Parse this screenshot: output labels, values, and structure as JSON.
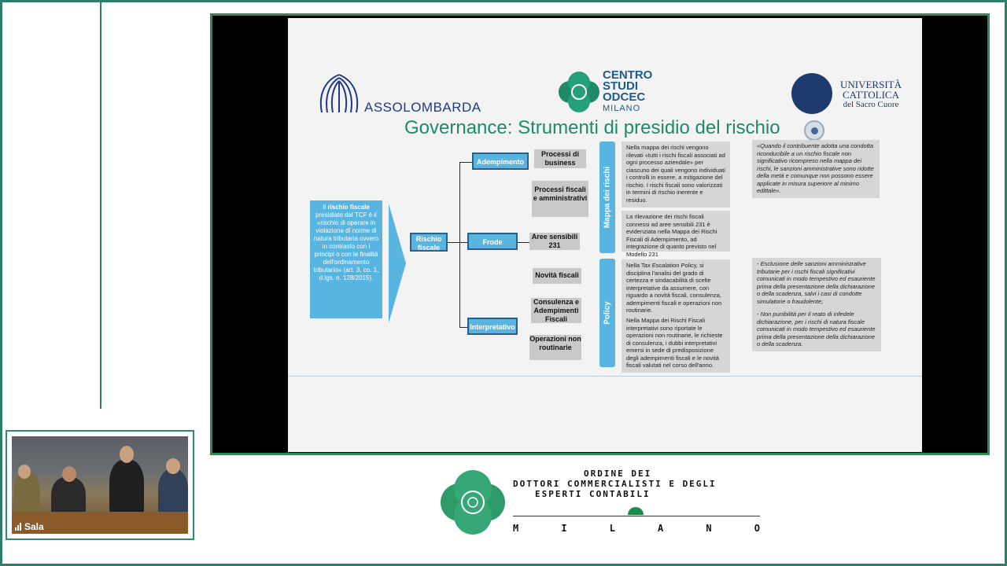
{
  "pip": {
    "label": "Sala"
  },
  "slide": {
    "logos": {
      "assolombarda": "ASSOLOMBARDA",
      "centro_studi": [
        "CENTRO",
        "STUDI",
        "ODCEC",
        "MILANO"
      ],
      "universita": [
        "UNIVERSITÀ",
        "CATTOLICA",
        "del Sacro Cuore"
      ]
    },
    "title": "Governance: Strumenti di presidio del rischio",
    "main_box": {
      "line1": "Il",
      "bold1": "rischio fiscale",
      "line2": "presidiato dal TCF è il «rischio di operare in violazione di norme di natura tributaria ovvero in contrasto con i principi o con le finalità dell'ordinamento tributario» (art. 3, co. 1, d.lgs. n. 128/2015)."
    },
    "rischio_fiscale": "Rischio fiscale",
    "categories": {
      "adempimento": "Adempimento",
      "frode": "Frode",
      "interpretativo": "Interpretativo"
    },
    "items": {
      "processi_business": "Processi di business",
      "processi_fiscali": "Processi fiscali e amministrativi",
      "aree_sensibili": "Aree sensibili 231",
      "novita": "Novità fiscali",
      "consulenza": "Consulenza e Adempimenti Fiscali",
      "operazioni": "Operazioni non routinarie"
    },
    "tabs": {
      "mappa": "Mappa dei rischi",
      "policy": "Policy"
    },
    "notes": {
      "mappa1": "Nella mappa dei rischi vengono rilevati «tutti i rischi fiscali associati ad ogni processo aziendale» per ciascuno dei quali vengono individuati i controlli in essere, a mitigazione del rischio. I rischi fiscali sono valorizzati in termini di rischio inerente e residuo.",
      "mappa2": "La rilevazione dei rischi fiscali connessi ad aree sensibili 231 è evidenziata nella Mappa dei Rischi Fiscali di Adempimento, ad integrazione di quanto previsto nel Modello 231",
      "policy1": "Nella Tax Escalation Policy, si disciplina l'analisi del grado di certezza e sindacabilità di scelte interpretative da assumere, con riguardo a novità fiscali, consulenza, adempimenti fiscali e operazioni non routinarie.",
      "policy2": "Nella Mappa dei Rischi Fiscali interpretativi sono riportate le operazioni non routinarie, le richieste di consulenza, i dubbi interpretativi emersi in sede di predisposizione degli adempimenti fiscali e le novità fiscali valutati nel corso dell'anno.",
      "quote": "«Quando il contribuente adotta una condotta riconducibile a un rischio fiscale non significativo ricompreso nella mappa dei rischi, le sanzioni amministrative sono ridotte della metà e comunque non possono essere applicate in misura superiore al minimo edittale».",
      "esclusione": "- Esclusione delle sanzioni amministrative tributarie per i rischi fiscali significativi comunicati in modo tempestivo ed esauriente prima della presentazione della dichiarazione o della scadenza, salvi i casi di condotte simulatorie o fraudolente;",
      "punibilita": "- Non punibilità per il reato di infedele dichiarazione, per i rischi di natura fiscale comunicati in modo tempestivo ed esauriente prima della presentazione della dichiarazione o della scadenza."
    }
  },
  "footer": {
    "ordine": "ORDINE DEI",
    "dottori": "DOTTORI COMMERCIALISTI E DEGLI",
    "esperti": "ESPERTI CONTABILI",
    "milano": [
      "M",
      "I",
      "L",
      "A",
      "N",
      "O"
    ]
  },
  "colors": {
    "accent": "#2e8b77",
    "slide_blue": "#5ab4e0",
    "title_green": "#1e8a6a"
  }
}
